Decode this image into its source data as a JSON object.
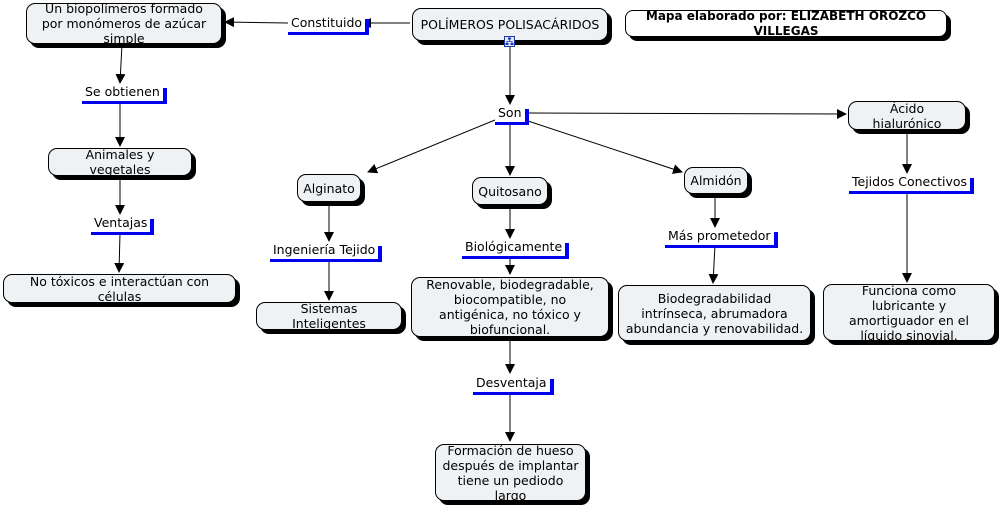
{
  "map": {
    "root": "POLÍMEROS POLISACÁRIDOS",
    "author": "Mapa elaborado por: ELIZABETH OROZCO VILLEGAS",
    "concepts": {
      "definicion": "Un biopolímeros formado por monómeros de azúcar simple",
      "origen": "Animales y vegetales",
      "no_toxicos": "No tóxicos e interactúan con células",
      "alginato": "Alginato",
      "sistemas": "Sistemas Inteligentes",
      "quitosano": "Quitosano",
      "renovable": "Renovable, biodegradable, biocompatible, no antigénica, no tóxico y biofuncional.",
      "formacion": "Formación de hueso después  de implantar tiene un pediodo largo",
      "almidon": "Almidón",
      "biodegradabilidad": "Biodegradabilidad intrínseca, abrumadora abundancia y renovabilidad.",
      "acido": "Ácido hialurónico",
      "funciona": "Funciona como lubricante y amortiguador en el líquido sinovial."
    },
    "linking_phrases": {
      "constituido": "Constituido",
      "se_obtienen": "Se obtienen",
      "ventajas": "Ventajas",
      "son": "Son",
      "ingenieria": "Ingeniería Tejido",
      "biologicamente": "Biológicamente",
      "desventaja": "Desventaja",
      "mas_prometedor": "Más prometedor",
      "tejidos": "Tejidos Conectivos"
    },
    "icon": "concept-map-icon",
    "colors": {
      "concept_fill": "#eef2f4",
      "phrase_underline": "#0000ee",
      "shadow": "#000000"
    }
  }
}
